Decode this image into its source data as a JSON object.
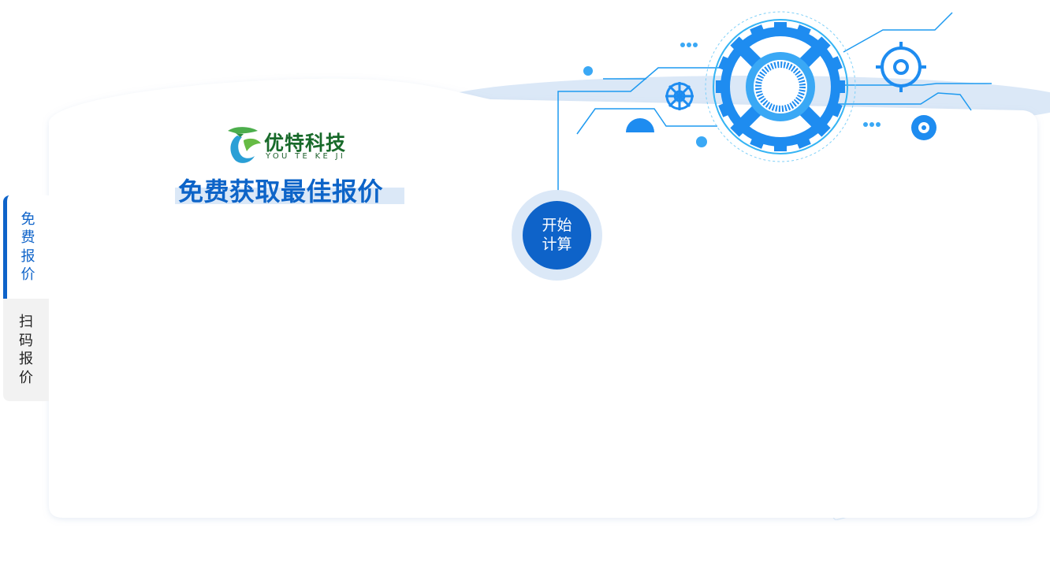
{
  "brand": {
    "name_cn": "优特科技",
    "name_en": "YOU TE KE JI"
  },
  "headline": "免费获取最佳报价",
  "side_tabs": [
    {
      "label": "免费报价",
      "active": true
    },
    {
      "label": "扫码报价",
      "active": false
    }
  ],
  "start_button": {
    "label": "开始计算"
  },
  "colors": {
    "primary": "#0e63c9",
    "highlight": "#dbe8f7",
    "brand_green": "#186a2a",
    "tab_inactive_bg": "#f2f2f2",
    "gear_blue": "#1e8cf0"
  },
  "icons": {
    "logo": "leaf-t-logo-icon",
    "decoration": "gear-circuit-icon"
  }
}
